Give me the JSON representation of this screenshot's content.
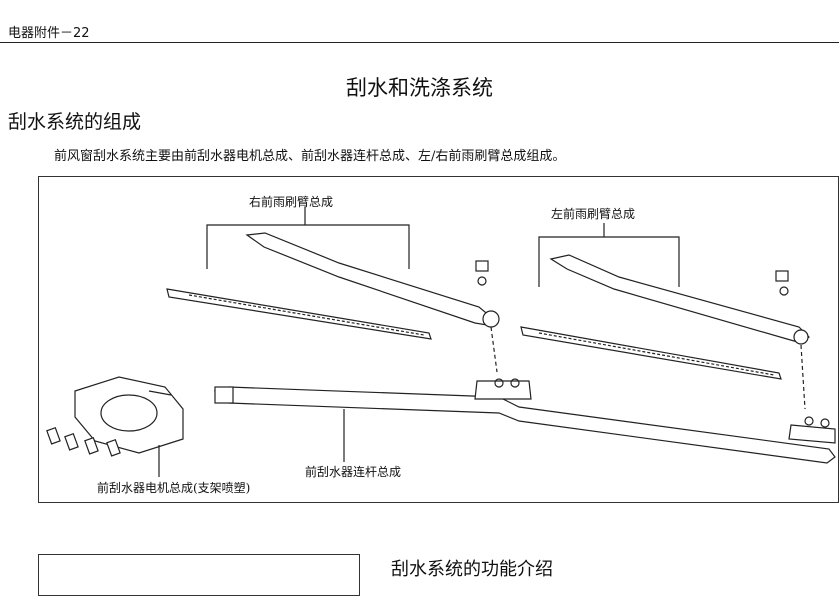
{
  "header": {
    "section": "电器附件－22"
  },
  "page": {
    "title": "刮水和洗涤系统",
    "subheading": "刮水系统的组成",
    "paragraph": "前风窗刮水系统主要由前刮水器电机总成、前刮水器连杆总成、左/右前雨刷臂总成组成。",
    "next_heading": "刮水系统的功能介绍"
  },
  "figure": {
    "labels": {
      "right_arm": "右前雨刷臂总成",
      "left_arm": "左前雨刷臂总成",
      "linkage": "前刮水器连杆总成",
      "motor": "前刮水器电机总成(支架喷塑)"
    }
  }
}
